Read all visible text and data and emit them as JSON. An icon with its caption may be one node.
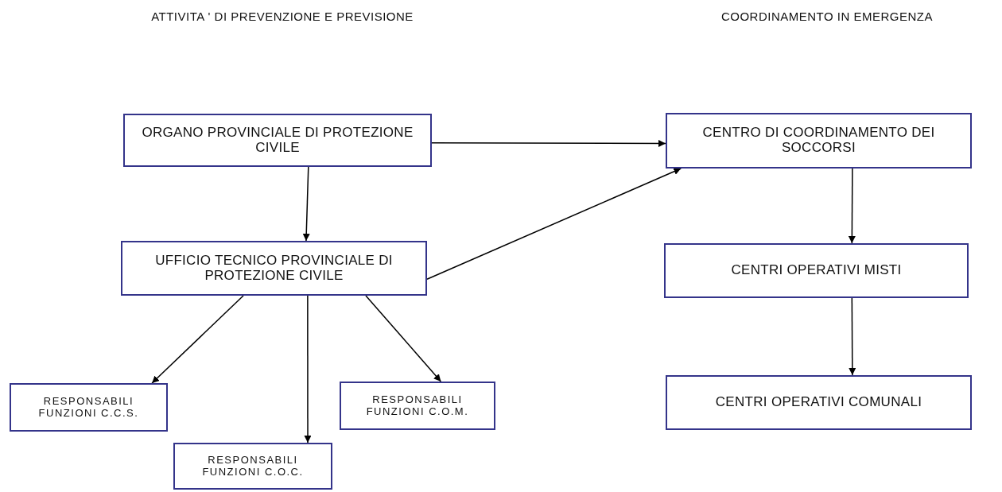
{
  "diagram": {
    "nodes": [
      {
        "text": [
          "ORGANO PROVINCIALE DI PROTEZIONE CIVILE"
        ]
      },
      {
        "text": [
          "UFFICIO TECNICO PROVINCIALE DI PROTEZIONE CIVILE"
        ]
      },
      {
        "text": [
          "RESPONSABILI FUNZIONI C.C.S."
        ]
      },
      {
        "text": [
          "RESPONSABILI FUNZIONI C.O.C."
        ]
      },
      {
        "text": [
          "RESPONSABILI FUNZIONI C.O.M."
        ]
      },
      {
        "text": [
          "CENTRO DI COORDINAMENTO DEI SOCCORSI"
        ]
      },
      {
        "text": [
          "CENTRI OPERATIVI MISTI"
        ]
      },
      {
        "text": [
          "CENTRI OPERATIVI COMUNALI"
        ]
      }
    ],
    "edges": [
      {
        "from": 0,
        "to": 5,
        "arrow": "to"
      },
      {
        "from": 0,
        "to": 1,
        "arrow": "to"
      },
      {
        "from": 1,
        "to": 5,
        "arrow": "to"
      },
      {
        "from": 1,
        "to": 2,
        "arrow": "to"
      },
      {
        "from": 1,
        "to": 3,
        "arrow": "to"
      },
      {
        "from": 1,
        "to": 4,
        "arrow": "to"
      },
      {
        "from": 5,
        "to": 6,
        "arrow": "to"
      },
      {
        "from": 6,
        "to": 7,
        "arrow": "to"
      }
    ],
    "labels": [
      "ATTIVITA ' DI PREVENZIONE E PREVISIONE",
      "COORDINAMENTO IN EMERGENZA"
    ]
  }
}
